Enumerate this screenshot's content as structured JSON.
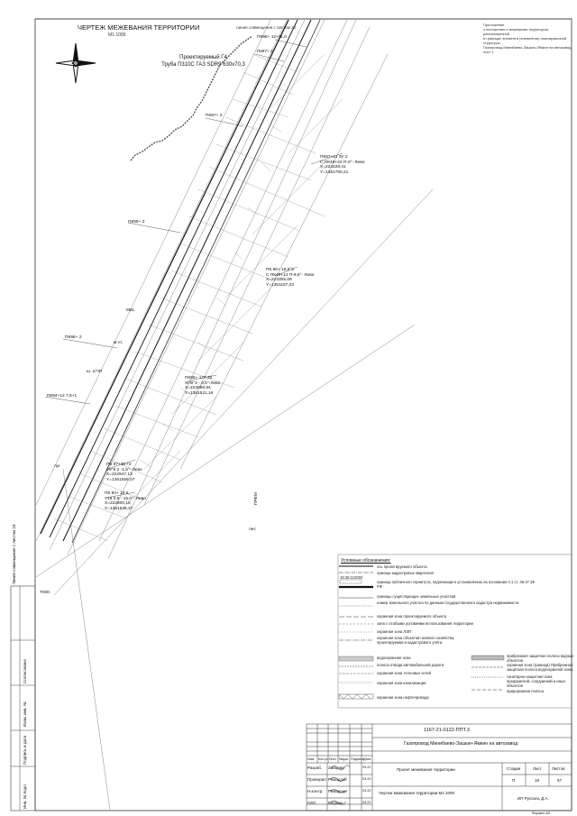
{
  "header": {
    "title": "ЧЕРТЕЖ МЕЖЕВАНИЯ ТЕРРИТОРИИ",
    "scale": "М1:1000",
    "sheet_join": "линия совмещения с листом 20",
    "appendix_lines": [
      "Приложение",
      "к положению о межевании территории, расположенной",
      "в границах элемента (элементов) планировочной структуры",
      "Газопровод Минибаево-Зашкач-Ямкин на автозавод",
      "лист 1"
    ]
  },
  "pipe_label": {
    "line1": "Проектируемый Г4",
    "line2": "Труба П310С ГАЗ SDR9 630х70,3"
  },
  "map_labels": [
    {
      "id": "pk98",
      "text": "ПК98+ 12+11,0"
    },
    {
      "id": "pk97",
      "text": "Пк97+ 2"
    },
    {
      "id": "pk971",
      "text": "ПК97+ 2"
    },
    {
      "id": "pk96",
      "text": "ПК96+ 2"
    },
    {
      "id": "pk95",
      "text": "ПК95+ 2"
    },
    {
      "id": "pk94",
      "text": "ПК94+12 7,5+1"
    },
    {
      "id": "pt1a",
      "text": "ПК97+11 ЗУ 2"
    },
    {
      "id": "pt1b",
      "text": "С ПК49+22 П-0°- Лево"
    },
    {
      "id": "pt1c",
      "text": "X=223428,41"
    },
    {
      "id": "pt1d",
      "text": "Y=1361760,21"
    },
    {
      "id": "pt2a",
      "text": "ПК 96+ 18,5°2"
    },
    {
      "id": "pt2b",
      "text": "С ПК49+12 П-8,5°- Лево"
    },
    {
      "id": "pt2c",
      "text": "X=223305,09"
    },
    {
      "id": "pt2d",
      "text": "Y=1361157,03"
    },
    {
      "id": "pt3a",
      "text": "ПК95+ 177 32"
    },
    {
      "id": "pt3b",
      "text": "ХП0°2 - 0,5°-Лево"
    },
    {
      "id": "pt3c",
      "text": "X=223099,94"
    },
    {
      "id": "pt3d",
      "text": "Y=1361521,16"
    },
    {
      "id": "pt4a",
      "text": "ПК 97+38 Г2"
    },
    {
      "id": "pt4b",
      "text": "У9°6 2 -1,5°- Лево"
    },
    {
      "id": "pt4c",
      "text": "X=222947,13"
    },
    {
      "id": "pt4d",
      "text": "Y=1361556,07"
    },
    {
      "id": "pt5a",
      "text": "ПК 94+ 14 2"
    },
    {
      "id": "pt5b",
      "text": "У19 0,9 - 15,0°- Лево"
    },
    {
      "id": "pt5c",
      "text": "X=222800,15"
    },
    {
      "id": "pt5d",
      "text": "Y=1361636,37"
    },
    {
      "id": "m1",
      "text": "8ML"
    },
    {
      "id": "m2",
      "text": "м.гп."
    },
    {
      "id": "m3",
      "text": "лес"
    },
    {
      "id": "m4",
      "text": "ш. 1/ЧП"
    },
    {
      "id": "m5",
      "text": "ПРЕМ"
    },
    {
      "id": "m6",
      "text": "Т000"
    },
    {
      "id": "m7",
      "text": "луг"
    }
  ],
  "left_frame": {
    "join_note": "Линия совмещения с листом 18",
    "cells": [
      "Согласовано",
      "Взам. инв. №",
      "Подпись и дата",
      "Инв. № подл."
    ]
  },
  "legend": {
    "title": "Условные обозначения:",
    "items": [
      {
        "code": "",
        "text": "ось проектируемого объекта"
      },
      {
        "code": "",
        "text": "граница кадастровых кварталов"
      },
      {
        "code": "16:26:110002",
        "text": ""
      },
      {
        "code": "",
        "text": "граница публичного сервитута, подлежащего установлению на основании п.1 ст. 39.37 ЗК РФ"
      },
      {
        "code": "",
        "text": "границы существующих земельных участков"
      },
      {
        "code": "",
        "text": "номер земельного участка по данным государственного кадастра недвижимости"
      },
      {
        "code": "",
        "text": "охранная зона проектируемого объекта"
      },
      {
        "code": "",
        "text": "зона с особыми условиями использования территории"
      },
      {
        "code": "",
        "text": "охранная зона ЛЭП"
      },
      {
        "code": "",
        "text": "охранная зона объектов газового хозяйства, проектируемая и кадастрового учёта"
      },
      {
        "code": "",
        "text": "водоохранная зона"
      },
      {
        "code": "",
        "text": "полоса отвода автомобильной дороги"
      },
      {
        "code": "",
        "text": "охранная зона тепловых сетей"
      },
      {
        "code": "",
        "text": "охранная зона канализации"
      },
      {
        "code": "",
        "text": "охранная зона нефтепровода"
      }
    ],
    "items_right": [
      "прибрежная защитная полоса водных объектов",
      "охранная зона (граница) Прибрежная защитная полоса водоохранной зоны",
      "санитарно-защитная зона предприятий, сооружений и иных объектов",
      "придорожная полоса"
    ]
  },
  "stamp": {
    "doc_code": "1167-21-0122-ППТ.3",
    "project": "Газопровод Минибаево-Зашкач-Ямкин на автозавод",
    "section": "Проект межевания территории",
    "drawing": "Чертеж межевания территории М1:1000",
    "col_heads": [
      "Изм.",
      "Кол.уч",
      "Лист",
      "№док.",
      "Подпись",
      "Дата"
    ],
    "stage_heads": [
      "Стадия",
      "Лист",
      "Листов"
    ],
    "stage_vals": [
      "П",
      "19",
      "57"
    ],
    "rows": [
      {
        "role": "Разраб.",
        "name": "Зайцева",
        "date": "03.22"
      },
      {
        "role": "Проверил",
        "name": "Ремадзин",
        "date": "03.22"
      },
      {
        "role": "Н.контр.",
        "name": "Ремадзин",
        "date": "03.22"
      },
      {
        "role": "ГИП",
        "name": "Медков",
        "date": "03.22"
      }
    ],
    "org": "ИП Руссаль Д.А.",
    "format": "Формат А2"
  }
}
